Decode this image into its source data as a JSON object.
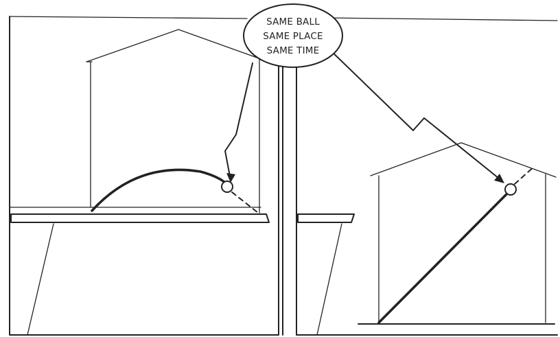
{
  "callout": {
    "lines": [
      "SAME BALL",
      "SAME PLACE",
      "SAME TIME"
    ]
  },
  "colors": {
    "ink": "#222222",
    "paper": "#ffffff"
  }
}
